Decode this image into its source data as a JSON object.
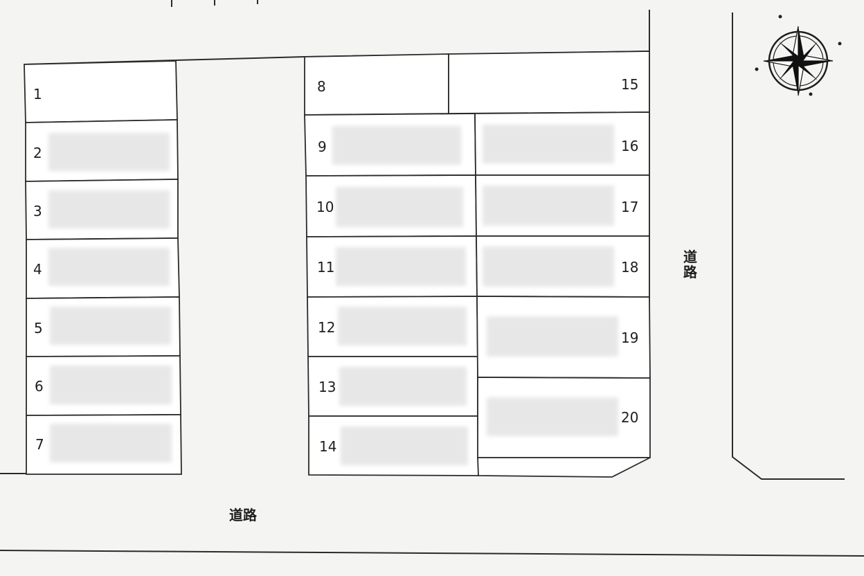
{
  "lots": [
    "1",
    "2",
    "3",
    "4",
    "5",
    "6",
    "7",
    "8",
    "9",
    "10",
    "11",
    "12",
    "13",
    "14",
    "15",
    "16",
    "17",
    "18",
    "19",
    "20"
  ],
  "roads": {
    "bottom_label": "道路",
    "right_label": "道路"
  },
  "compass": {
    "icon": "compass-rose-icon"
  }
}
